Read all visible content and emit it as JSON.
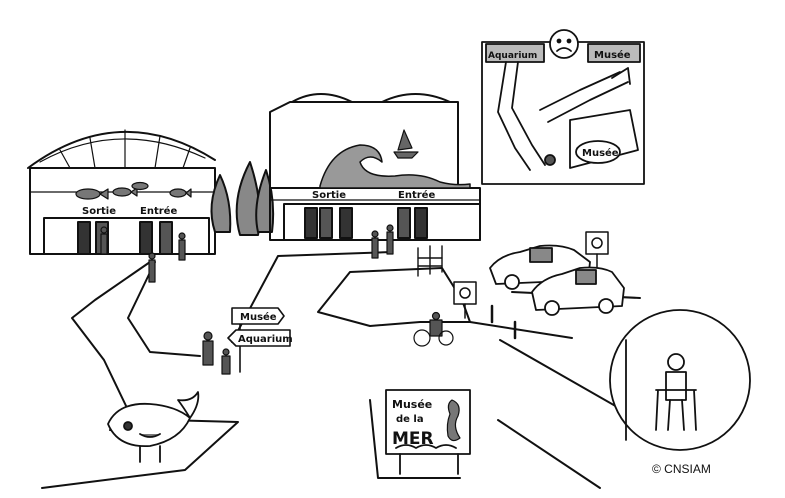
{
  "buildings": {
    "aquarium": {
      "exit_label": "Sortie",
      "entry_label": "Entrée"
    },
    "museum": {
      "exit_label": "Sortie",
      "entry_label": "Entrée"
    }
  },
  "signpost": {
    "museum": "Musée",
    "aquarium": "Aquarium"
  },
  "billboard": {
    "line1": "Musée",
    "line2": "de la",
    "line3": "MER"
  },
  "map_inset": {
    "aquarium": "Aquarium",
    "museum_top": "Musée",
    "museum_bubble": "Musée",
    "face": "sad"
  },
  "icons": [
    "wheelchair-icon",
    "wheelchair-icon",
    "sad-face-icon",
    "fish-icon",
    "wave-icon",
    "sailboat-icon",
    "seahorse-icon",
    "whale-icon"
  ],
  "copyright": "© CNSIAM"
}
